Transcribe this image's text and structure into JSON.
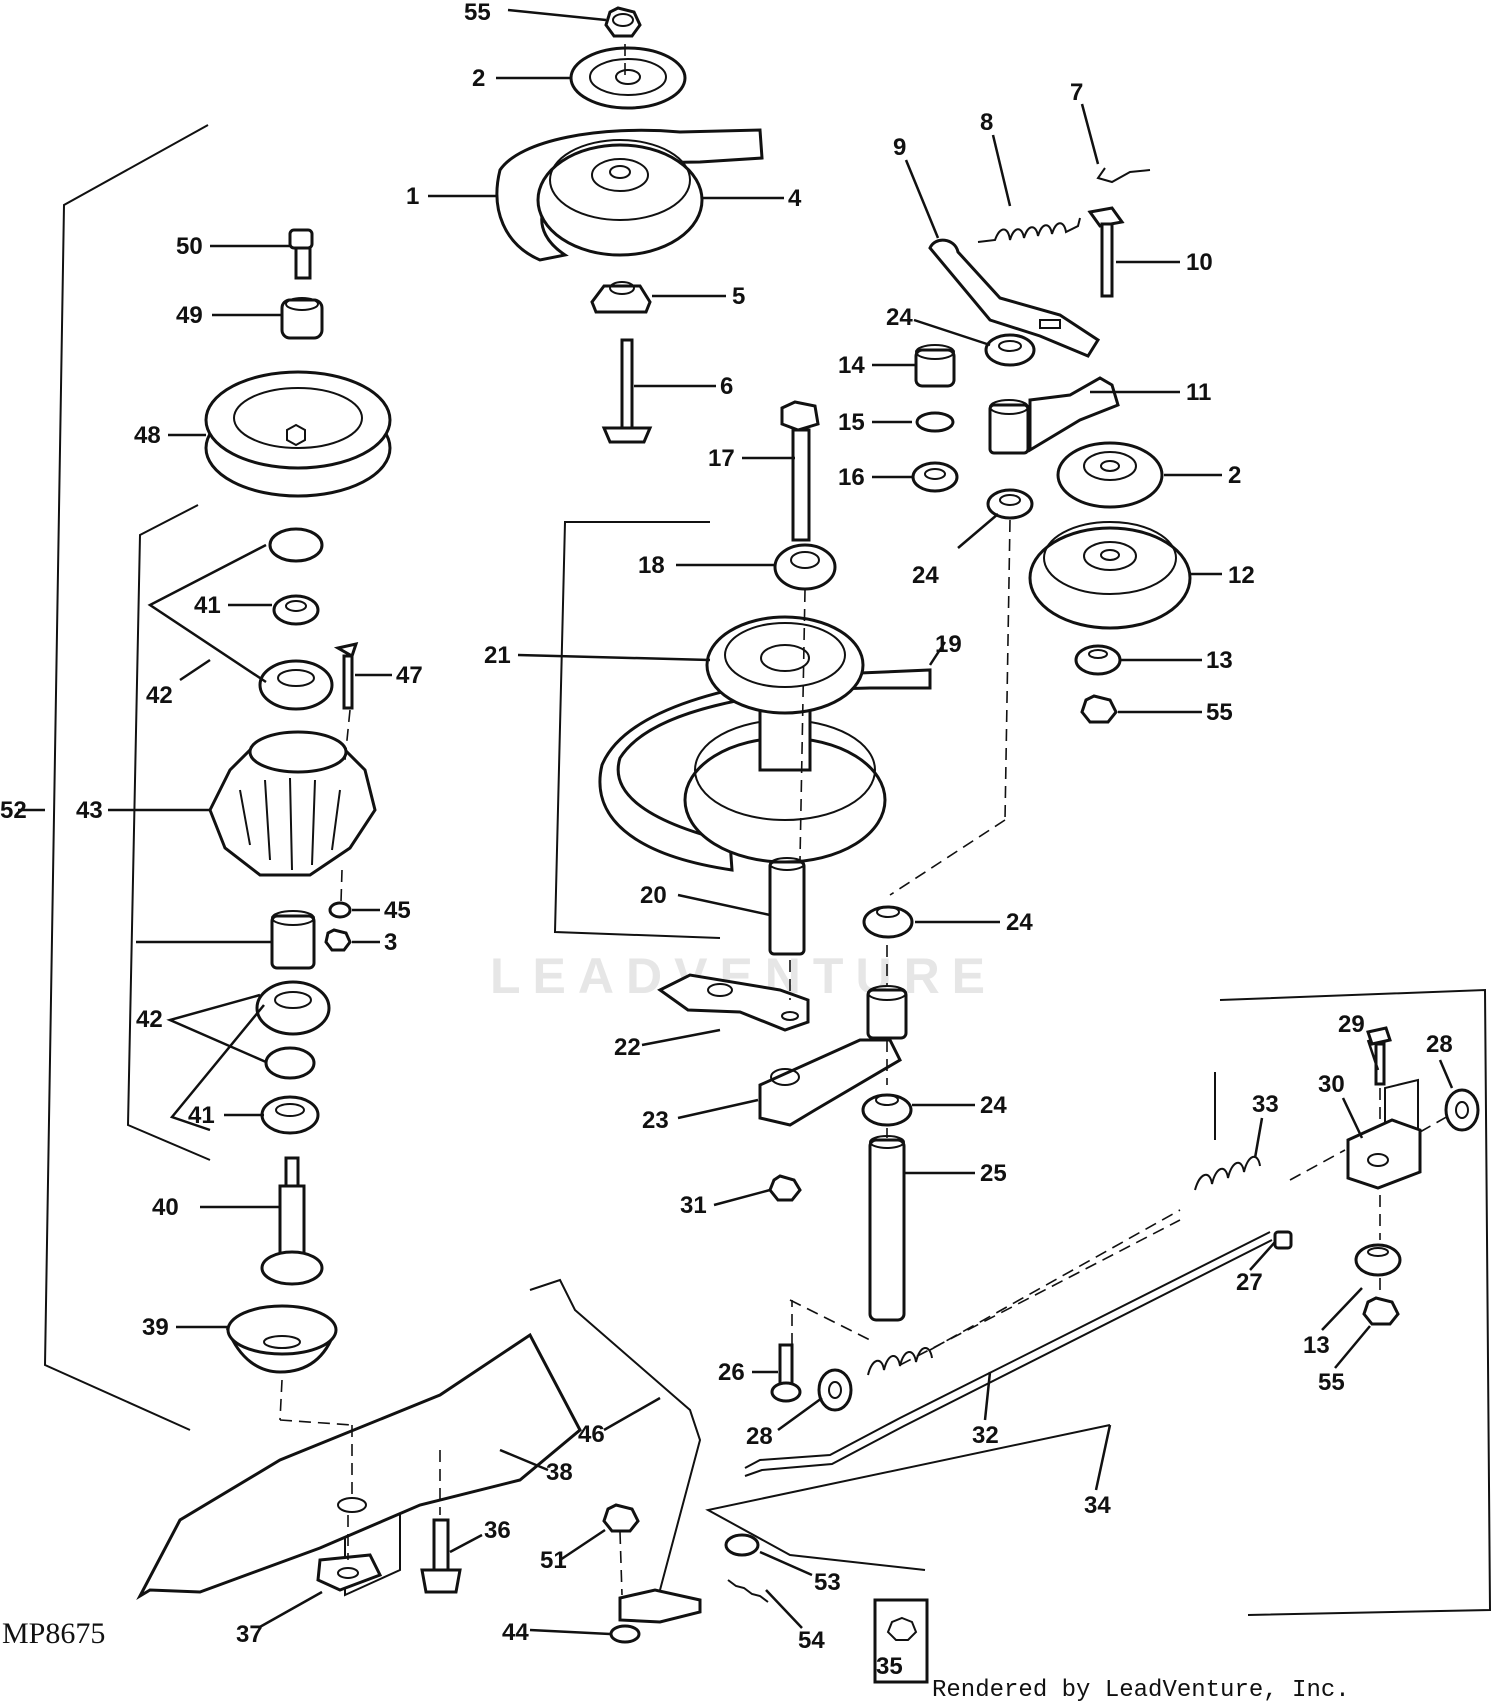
{
  "figure_id": "MP8675",
  "watermark": "LEADVENTURE",
  "credit": "Rendered by LeadVenture, Inc.",
  "callouts": [
    "55",
    "2",
    "1",
    "4",
    "5",
    "6",
    "7",
    "8",
    "9",
    "10",
    "24",
    "11",
    "14",
    "15",
    "16",
    "17",
    "2",
    "12",
    "24",
    "13",
    "55",
    "18",
    "19",
    "21",
    "20",
    "24",
    "22",
    "23",
    "24",
    "25",
    "31",
    "50",
    "49",
    "48",
    "41",
    "42",
    "47",
    "52",
    "43",
    "45",
    "3",
    "42",
    "41",
    "40",
    "39",
    "38",
    "37",
    "36",
    "46",
    "51",
    "44",
    "53",
    "54",
    "35",
    "26",
    "28",
    "32",
    "34",
    "33",
    "27",
    "29",
    "28",
    "30",
    "13",
    "55"
  ]
}
